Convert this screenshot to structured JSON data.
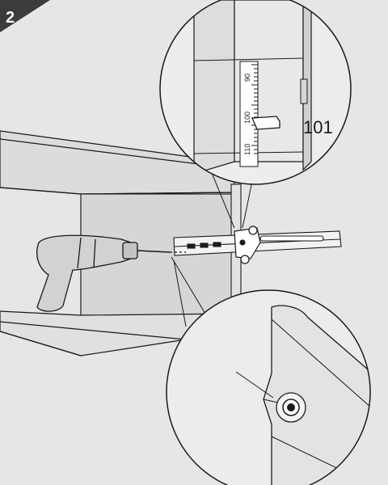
{
  "step_badge": {
    "number": "2"
  },
  "detail_top": {
    "reading": "101",
    "ruler_labels": [
      "90",
      "100",
      "110"
    ]
  },
  "colors": {
    "background": "#e6e6e6",
    "line": "#1a1a1a",
    "badge": "#3c3c3c",
    "badge_text": "#ffffff",
    "wall": "#d9d9d9",
    "rail": "#f2f2f2",
    "tool": "#d2d2d2"
  },
  "icons": {
    "drill": "drill-icon",
    "magnifier_top": "magnifier-circle",
    "magnifier_bottom": "magnifier-circle"
  }
}
